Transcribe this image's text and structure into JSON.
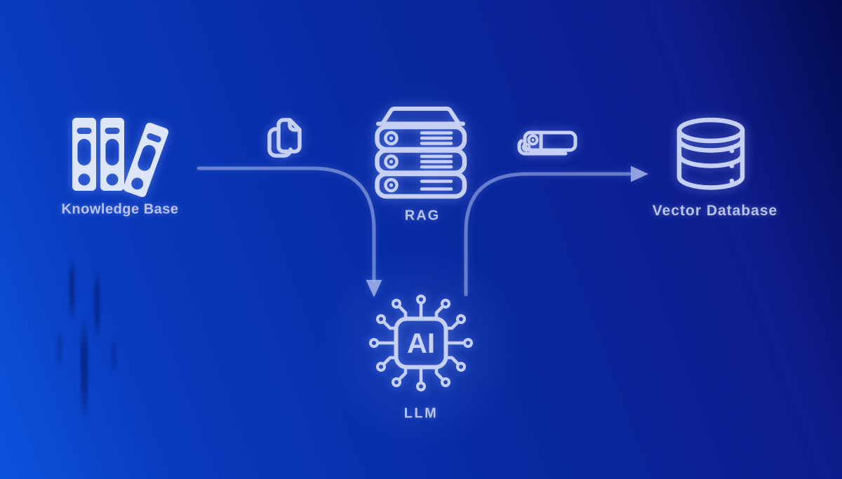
{
  "diagram": {
    "title": "RAG pipeline diagram",
    "background": {
      "bright": "#0c53de",
      "mid": "#0729a2",
      "dark": "#030b4d"
    },
    "icon_color": "#c6d0f5",
    "binder_fill": "#dde5f9",
    "label_color": "#b9c3e8",
    "nodes": [
      {
        "id": "knowledge-base",
        "label": "Knowledge Base",
        "icon": "binders-icon"
      },
      {
        "id": "rag",
        "label": "RAG",
        "icon": "server-stack-icon"
      },
      {
        "id": "vector-database",
        "label": "Vector Database",
        "icon": "database-cylinder-icon"
      },
      {
        "id": "llm",
        "label": "LLM",
        "icon": "ai-chip-icon",
        "chip_text": "AI"
      }
    ],
    "connector_icons": [
      {
        "id": "documents",
        "icon": "copy-documents-icon"
      },
      {
        "id": "drives",
        "icon": "drive-stack-icon"
      }
    ],
    "arrows": [
      {
        "from": "knowledge-base",
        "to": "llm",
        "direction": "right-then-down"
      },
      {
        "from": "llm",
        "to": "vector-database",
        "direction": "up-then-right"
      }
    ]
  }
}
